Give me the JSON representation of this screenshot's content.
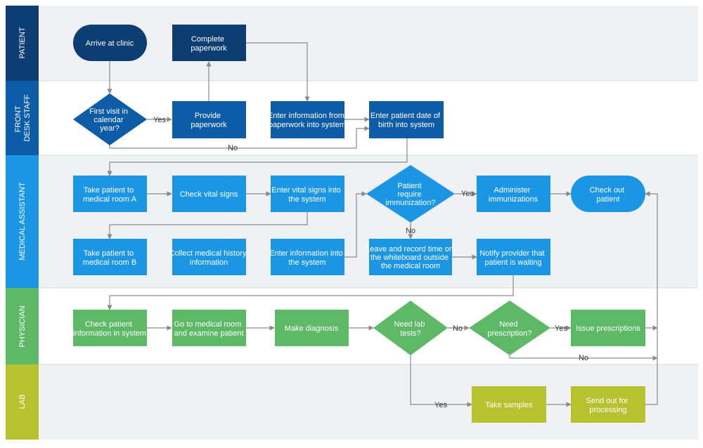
{
  "colors": {
    "patient": "#0c3e73",
    "front_desk": "#0c5ca8",
    "medical_assistant": "#1b96e4",
    "physician": "#5db966",
    "lab": "#b6c22e",
    "lane_bg_a": "#eff1f4",
    "lane_bg_b": "#ffffff",
    "edge": "#8a8a8a"
  },
  "lanes": [
    {
      "id": "patient",
      "label": "PATIENT"
    },
    {
      "id": "front_desk",
      "label": "FRONT DESK STAFF"
    },
    {
      "id": "medical_assistant",
      "label": "MEDICAL ASSISTANT"
    },
    {
      "id": "physician",
      "label": "PHYSICIAN"
    },
    {
      "id": "lab",
      "label": "LAB"
    }
  ],
  "nodes": {
    "arrive": "Arrive at clinic",
    "complete_paperwork": "Complete paperwork",
    "first_visit": "First visit in calendar year?",
    "provide_paperwork": "Provide paperwork",
    "enter_info_paperwork": "Enter information from paperwork into system",
    "enter_dob": "Enter patient date of birth into system",
    "take_room_a": "Take patient to medical room A",
    "check_vitals": "Check vital signs",
    "enter_vitals": "Enter vital signs into the system",
    "require_immunization": "Patient require immunization?",
    "administer": "Administer immunizations",
    "check_out": "Check out patient",
    "take_room_b": "Take patient to medical room B",
    "collect_history": "Collect medical history information",
    "enter_info_system": "Enter information into the system",
    "leave_record": "Leave and record time on the whiteboard outside the medical room",
    "notify_provider": "Notify provider that patient is waiting",
    "check_info": "Check patient information in system",
    "go_examine": "Go to medical room and examine patient",
    "diagnosis": "Make diagnosis",
    "need_lab": "Need lab tests?",
    "need_prescription": "Need prescription?",
    "issue_prescriptions": "Issue prescriptions",
    "take_samples": "Take samples",
    "send_out": "Send out for processing"
  },
  "edge_labels": {
    "first_visit_yes": "Yes",
    "first_visit_no": "No",
    "immunization_yes": "Yes",
    "immunization_no": "No",
    "lab_no": "No",
    "lab_yes": "Yes",
    "prescription_yes": "Yes",
    "prescription_no": "No"
  }
}
